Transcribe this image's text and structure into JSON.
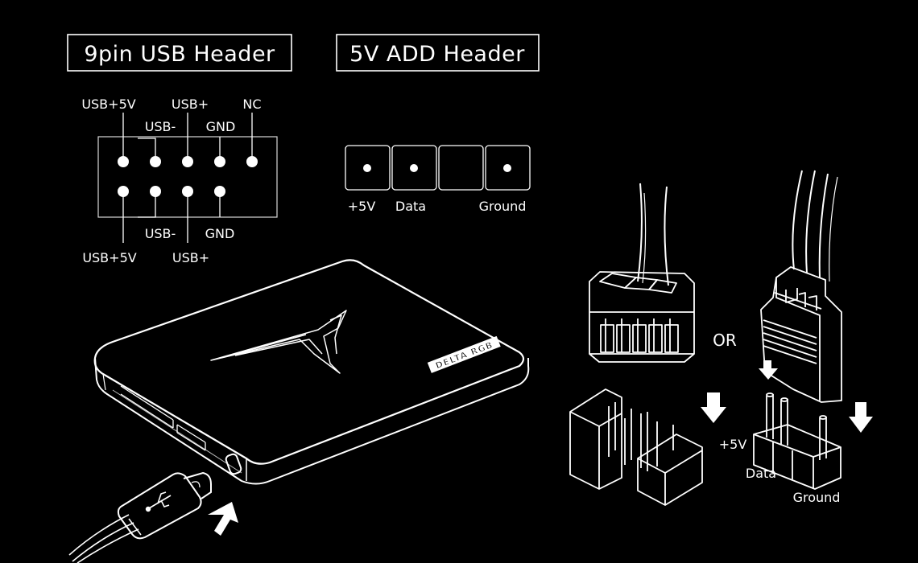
{
  "usb_header": {
    "title": "9pin USB Header",
    "top_outer_labels": [
      "USB+5V",
      "USB+",
      "NC"
    ],
    "top_inner_labels": [
      "USB-",
      "GND"
    ],
    "bottom_inner_labels": [
      "USB-",
      "GND"
    ],
    "bottom_outer_labels": [
      "USB+5V",
      "USB+"
    ]
  },
  "add_header": {
    "title": "5V ADD Header",
    "pin_labels": [
      "+5V",
      "Data",
      "Ground"
    ]
  },
  "ssd_product": {
    "brand_text": "DELTA RGB"
  },
  "connectors": {
    "or_label": "OR",
    "argb_plug_labels": [
      "+5V",
      "Data",
      "Ground"
    ]
  },
  "colors": {
    "background": "#000000",
    "line": "#ffffff"
  }
}
